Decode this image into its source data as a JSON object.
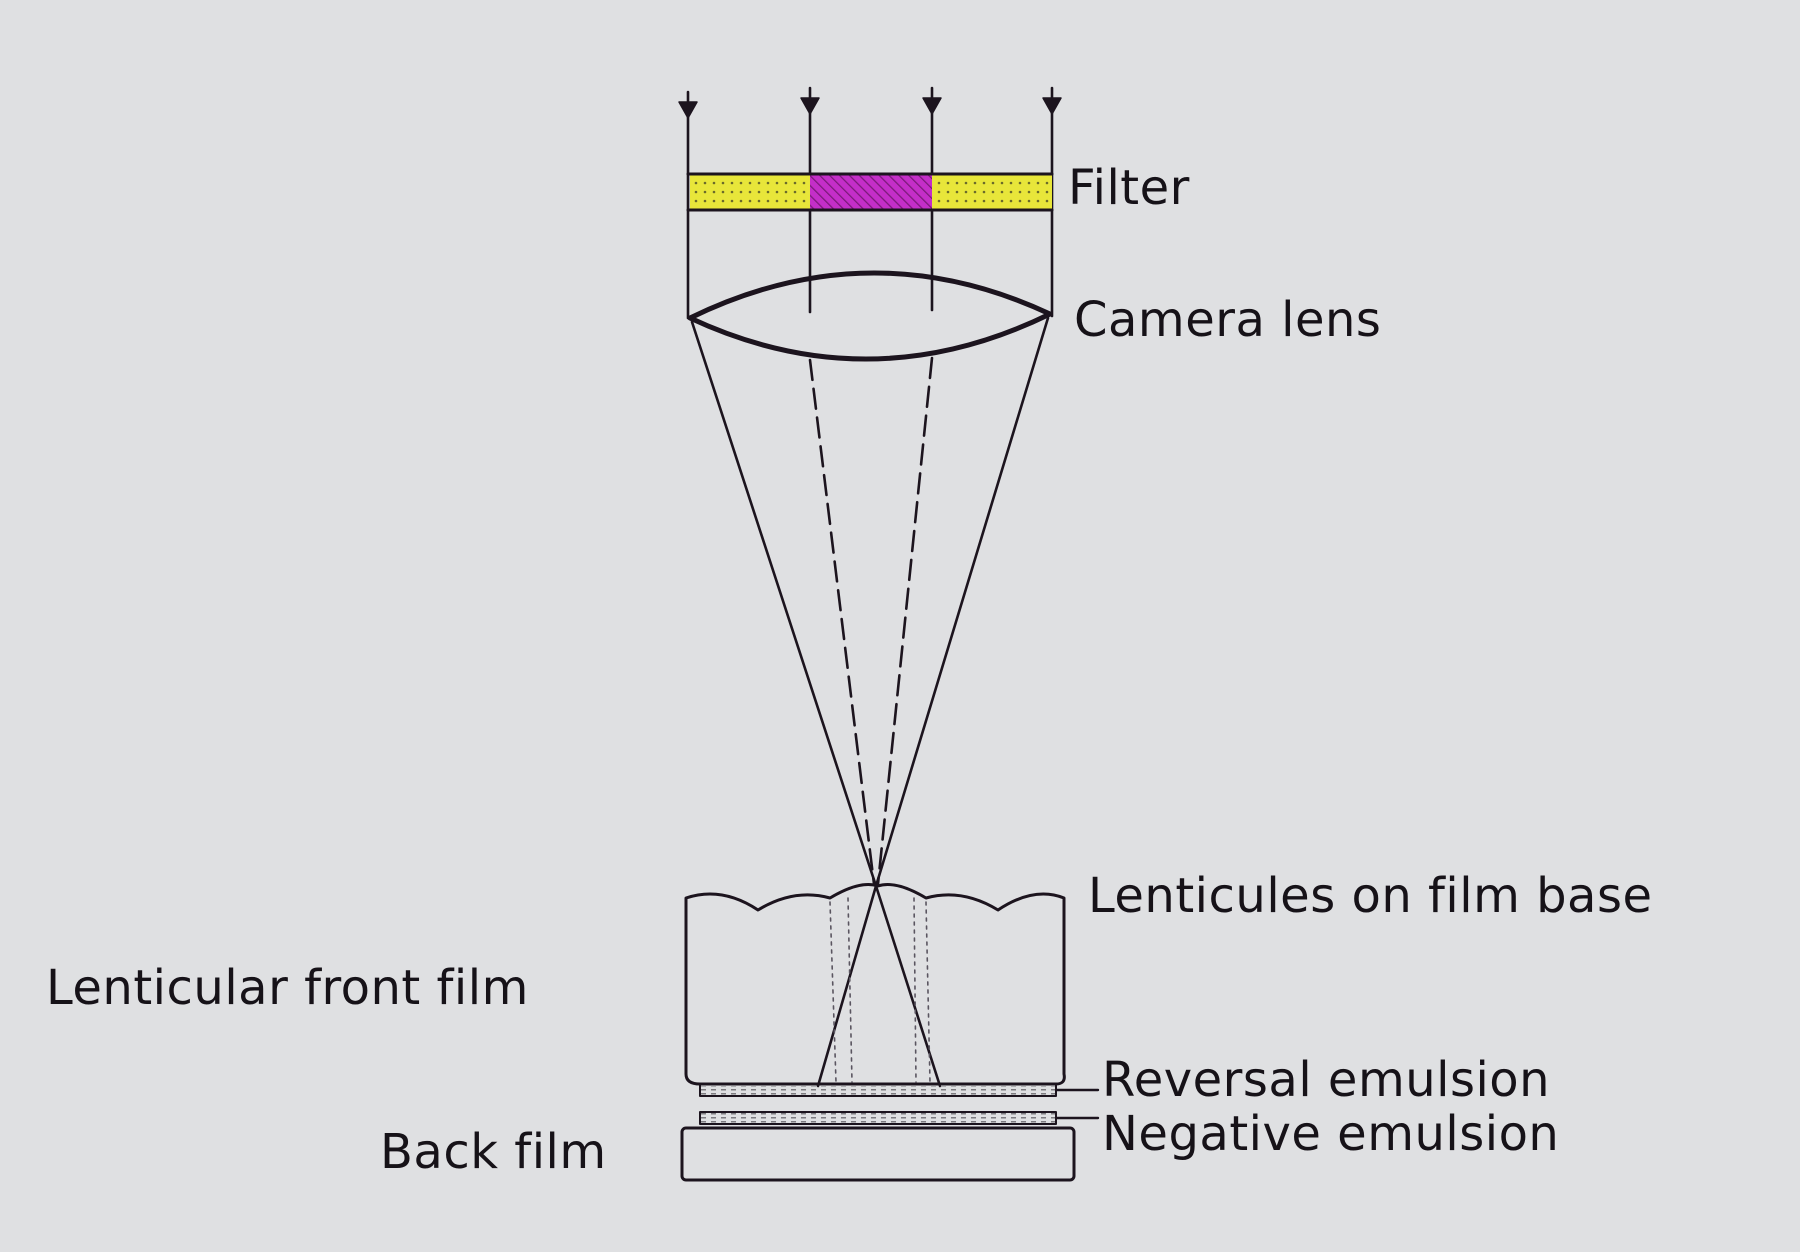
{
  "labels": {
    "filter": "Filter",
    "camera_lens": "Camera lens",
    "lenticules": "Lenticules on film base",
    "lenticular_front_film": "Lenticular front film",
    "reversal_emulsion": "Reversal emulsion",
    "negative_emulsion": "Negative emulsion",
    "back_film": "Back film"
  },
  "colors": {
    "background": "#dfe0e2",
    "ink": "#1c141e",
    "filter_yellow": "#e8e63a",
    "filter_magenta": "#c42ec8"
  }
}
